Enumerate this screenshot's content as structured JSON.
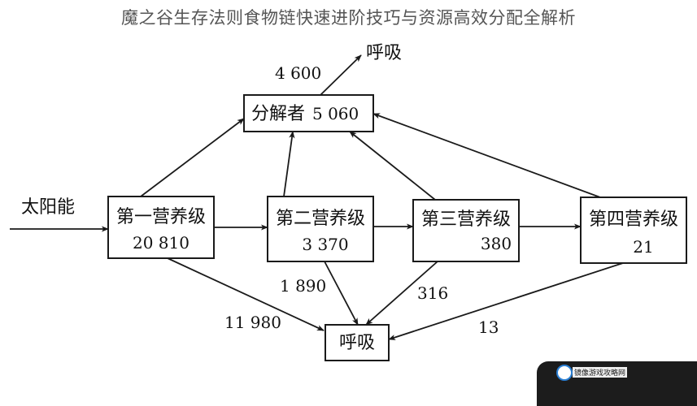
{
  "title": "魔之谷生存法则食物链快速进阶技巧与资源高效分配全解析",
  "source_label": "太阳能",
  "levels": [
    {
      "name": "第一营养级",
      "value": "20 810"
    },
    {
      "name": "第二营养级",
      "value": "3 370"
    },
    {
      "name": "第三营养级",
      "value": "380"
    },
    {
      "name": "第四营养级",
      "value": "21"
    }
  ],
  "decomposer": {
    "name": "分解者",
    "value": "5 060"
  },
  "respiration_bottom": "呼吸",
  "respiration_top": "呼吸",
  "flows": {
    "decomposer_respiration": "4 600",
    "level1_respiration": "11 980",
    "level2_respiration": "1 890",
    "level3_respiration": "316",
    "level4_respiration": "13"
  },
  "watermark": "镜像游戏攻略网"
}
